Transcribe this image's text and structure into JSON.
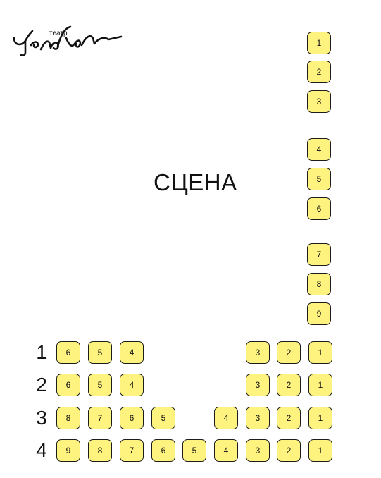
{
  "logo": {
    "small_text": "театр",
    "script_text": "Человек"
  },
  "stage_label": "СЦЕНА",
  "side_seats": [
    "1",
    "2",
    "3",
    "4",
    "5",
    "6",
    "7",
    "8",
    "9"
  ],
  "rows": [
    {
      "label": "1",
      "seats": [
        "6",
        "5",
        "4",
        "3",
        "2",
        "1"
      ]
    },
    {
      "label": "2",
      "seats": [
        "6",
        "5",
        "4",
        "3",
        "2",
        "1"
      ]
    },
    {
      "label": "3",
      "seats": [
        "8",
        "7",
        "6",
        "5",
        "4",
        "3",
        "2",
        "1"
      ]
    },
    {
      "label": "4",
      "seats": [
        "9",
        "8",
        "7",
        "6",
        "5",
        "4",
        "3",
        "2",
        "1"
      ]
    }
  ],
  "colors": {
    "seat_fill": "#fef37f",
    "seat_border": "#1c1c1c",
    "text": "#111111"
  }
}
